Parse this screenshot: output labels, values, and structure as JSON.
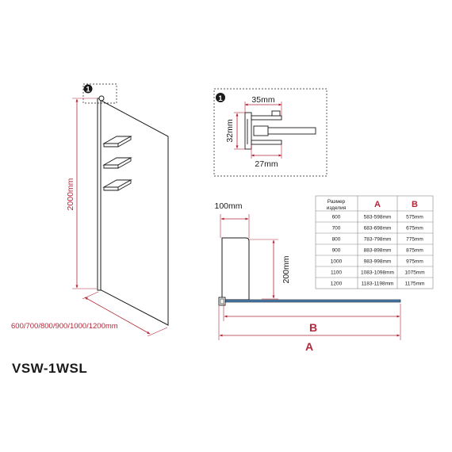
{
  "product": {
    "model": "VSW-1WSL"
  },
  "front_view": {
    "callout_number": "1",
    "height_label": "2000mm",
    "width_label": "600/700/800/900/1000/1200mm"
  },
  "detail_view": {
    "callout_number": "1",
    "width_top": "35mm",
    "height_side": "32mm",
    "width_bottom": "27mm"
  },
  "top_view": {
    "width_label": "100mm",
    "height_label": "200mm",
    "label_b": "B",
    "label_a": "A"
  },
  "size_table": {
    "header_size": [
      "Размер",
      "изделия"
    ],
    "header_a": "A",
    "header_b": "B",
    "rows": [
      [
        "600",
        "583-598mm",
        "575mm"
      ],
      [
        "700",
        "683-698mm",
        "675mm"
      ],
      [
        "800",
        "783-798mm",
        "775mm"
      ],
      [
        "900",
        "883-898mm",
        "875mm"
      ],
      [
        "1000",
        "983-998mm",
        "975mm"
      ],
      [
        "1100",
        "1083-1098mm",
        "1075mm"
      ],
      [
        "1200",
        "1183-1198mm",
        "1175mm"
      ]
    ]
  },
  "colors": {
    "dimension": "#b3283a",
    "line": "#1a1a1a",
    "profile_blue": "#4a7fb5"
  }
}
